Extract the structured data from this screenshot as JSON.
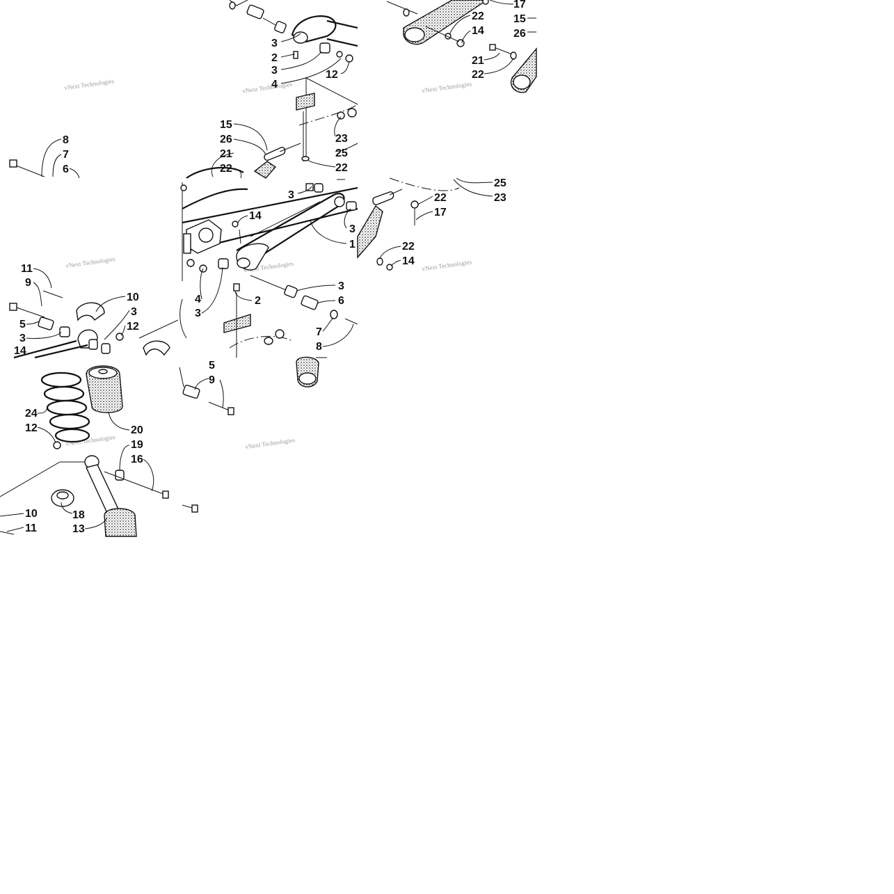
{
  "diagram": {
    "watermark_text": "vNext Technologies",
    "callouts": [
      {
        "id": "t-3a",
        "text": "3"
      },
      {
        "id": "t-2a",
        "text": "2"
      },
      {
        "id": "t-3b",
        "text": "3"
      },
      {
        "id": "t-4a",
        "text": "4"
      },
      {
        "id": "t-12a",
        "text": "12"
      },
      {
        "id": "t-17a",
        "text": "17"
      },
      {
        "id": "t-22a",
        "text": "22"
      },
      {
        "id": "t-14a",
        "text": "14"
      },
      {
        "id": "t-15a",
        "text": "15"
      },
      {
        "id": "t-26a",
        "text": "26"
      },
      {
        "id": "t-21a",
        "text": "21"
      },
      {
        "id": "t-22b",
        "text": "22"
      },
      {
        "id": "t-8a",
        "text": "8"
      },
      {
        "id": "t-7a",
        "text": "7"
      },
      {
        "id": "t-6a",
        "text": "6"
      },
      {
        "id": "t-15b",
        "text": "15"
      },
      {
        "id": "t-26b",
        "text": "26"
      },
      {
        "id": "t-21b",
        "text": "21"
      },
      {
        "id": "t-22c",
        "text": "22"
      },
      {
        "id": "t-23a",
        "text": "23"
      },
      {
        "id": "t-25a",
        "text": "25"
      },
      {
        "id": "t-22d",
        "text": "22"
      },
      {
        "id": "t-25b",
        "text": "25"
      },
      {
        "id": "t-23b",
        "text": "23"
      },
      {
        "id": "t-22e",
        "text": "22"
      },
      {
        "id": "t-17b",
        "text": "17"
      },
      {
        "id": "t-3c",
        "text": "3"
      },
      {
        "id": "t-14b",
        "text": "14"
      },
      {
        "id": "t-3d",
        "text": "3"
      },
      {
        "id": "t-1a",
        "text": "1"
      },
      {
        "id": "t-22f",
        "text": "22"
      },
      {
        "id": "t-14c",
        "text": "14"
      },
      {
        "id": "t-11a",
        "text": "11"
      },
      {
        "id": "t-9a",
        "text": "9"
      },
      {
        "id": "t-10a",
        "text": "10"
      },
      {
        "id": "t-3e",
        "text": "3"
      },
      {
        "id": "t-12b",
        "text": "12"
      },
      {
        "id": "t-5a",
        "text": "5"
      },
      {
        "id": "t-3f",
        "text": "3"
      },
      {
        "id": "t-14d",
        "text": "14"
      },
      {
        "id": "t-4b",
        "text": "4"
      },
      {
        "id": "t-3g",
        "text": "3"
      },
      {
        "id": "t-2b",
        "text": "2"
      },
      {
        "id": "t-3h",
        "text": "3"
      },
      {
        "id": "t-6b",
        "text": "6"
      },
      {
        "id": "t-7b",
        "text": "7"
      },
      {
        "id": "t-8b",
        "text": "8"
      },
      {
        "id": "t-24a",
        "text": "24"
      },
      {
        "id": "t-12c",
        "text": "12"
      },
      {
        "id": "t-20a",
        "text": "20"
      },
      {
        "id": "t-19a",
        "text": "19"
      },
      {
        "id": "t-16a",
        "text": "16"
      },
      {
        "id": "t-5b",
        "text": "5"
      },
      {
        "id": "t-9b",
        "text": "9"
      },
      {
        "id": "t-10b",
        "text": "10"
      },
      {
        "id": "t-18a",
        "text": "18"
      },
      {
        "id": "t-11b",
        "text": "11"
      },
      {
        "id": "t-13a",
        "text": "13"
      }
    ]
  }
}
